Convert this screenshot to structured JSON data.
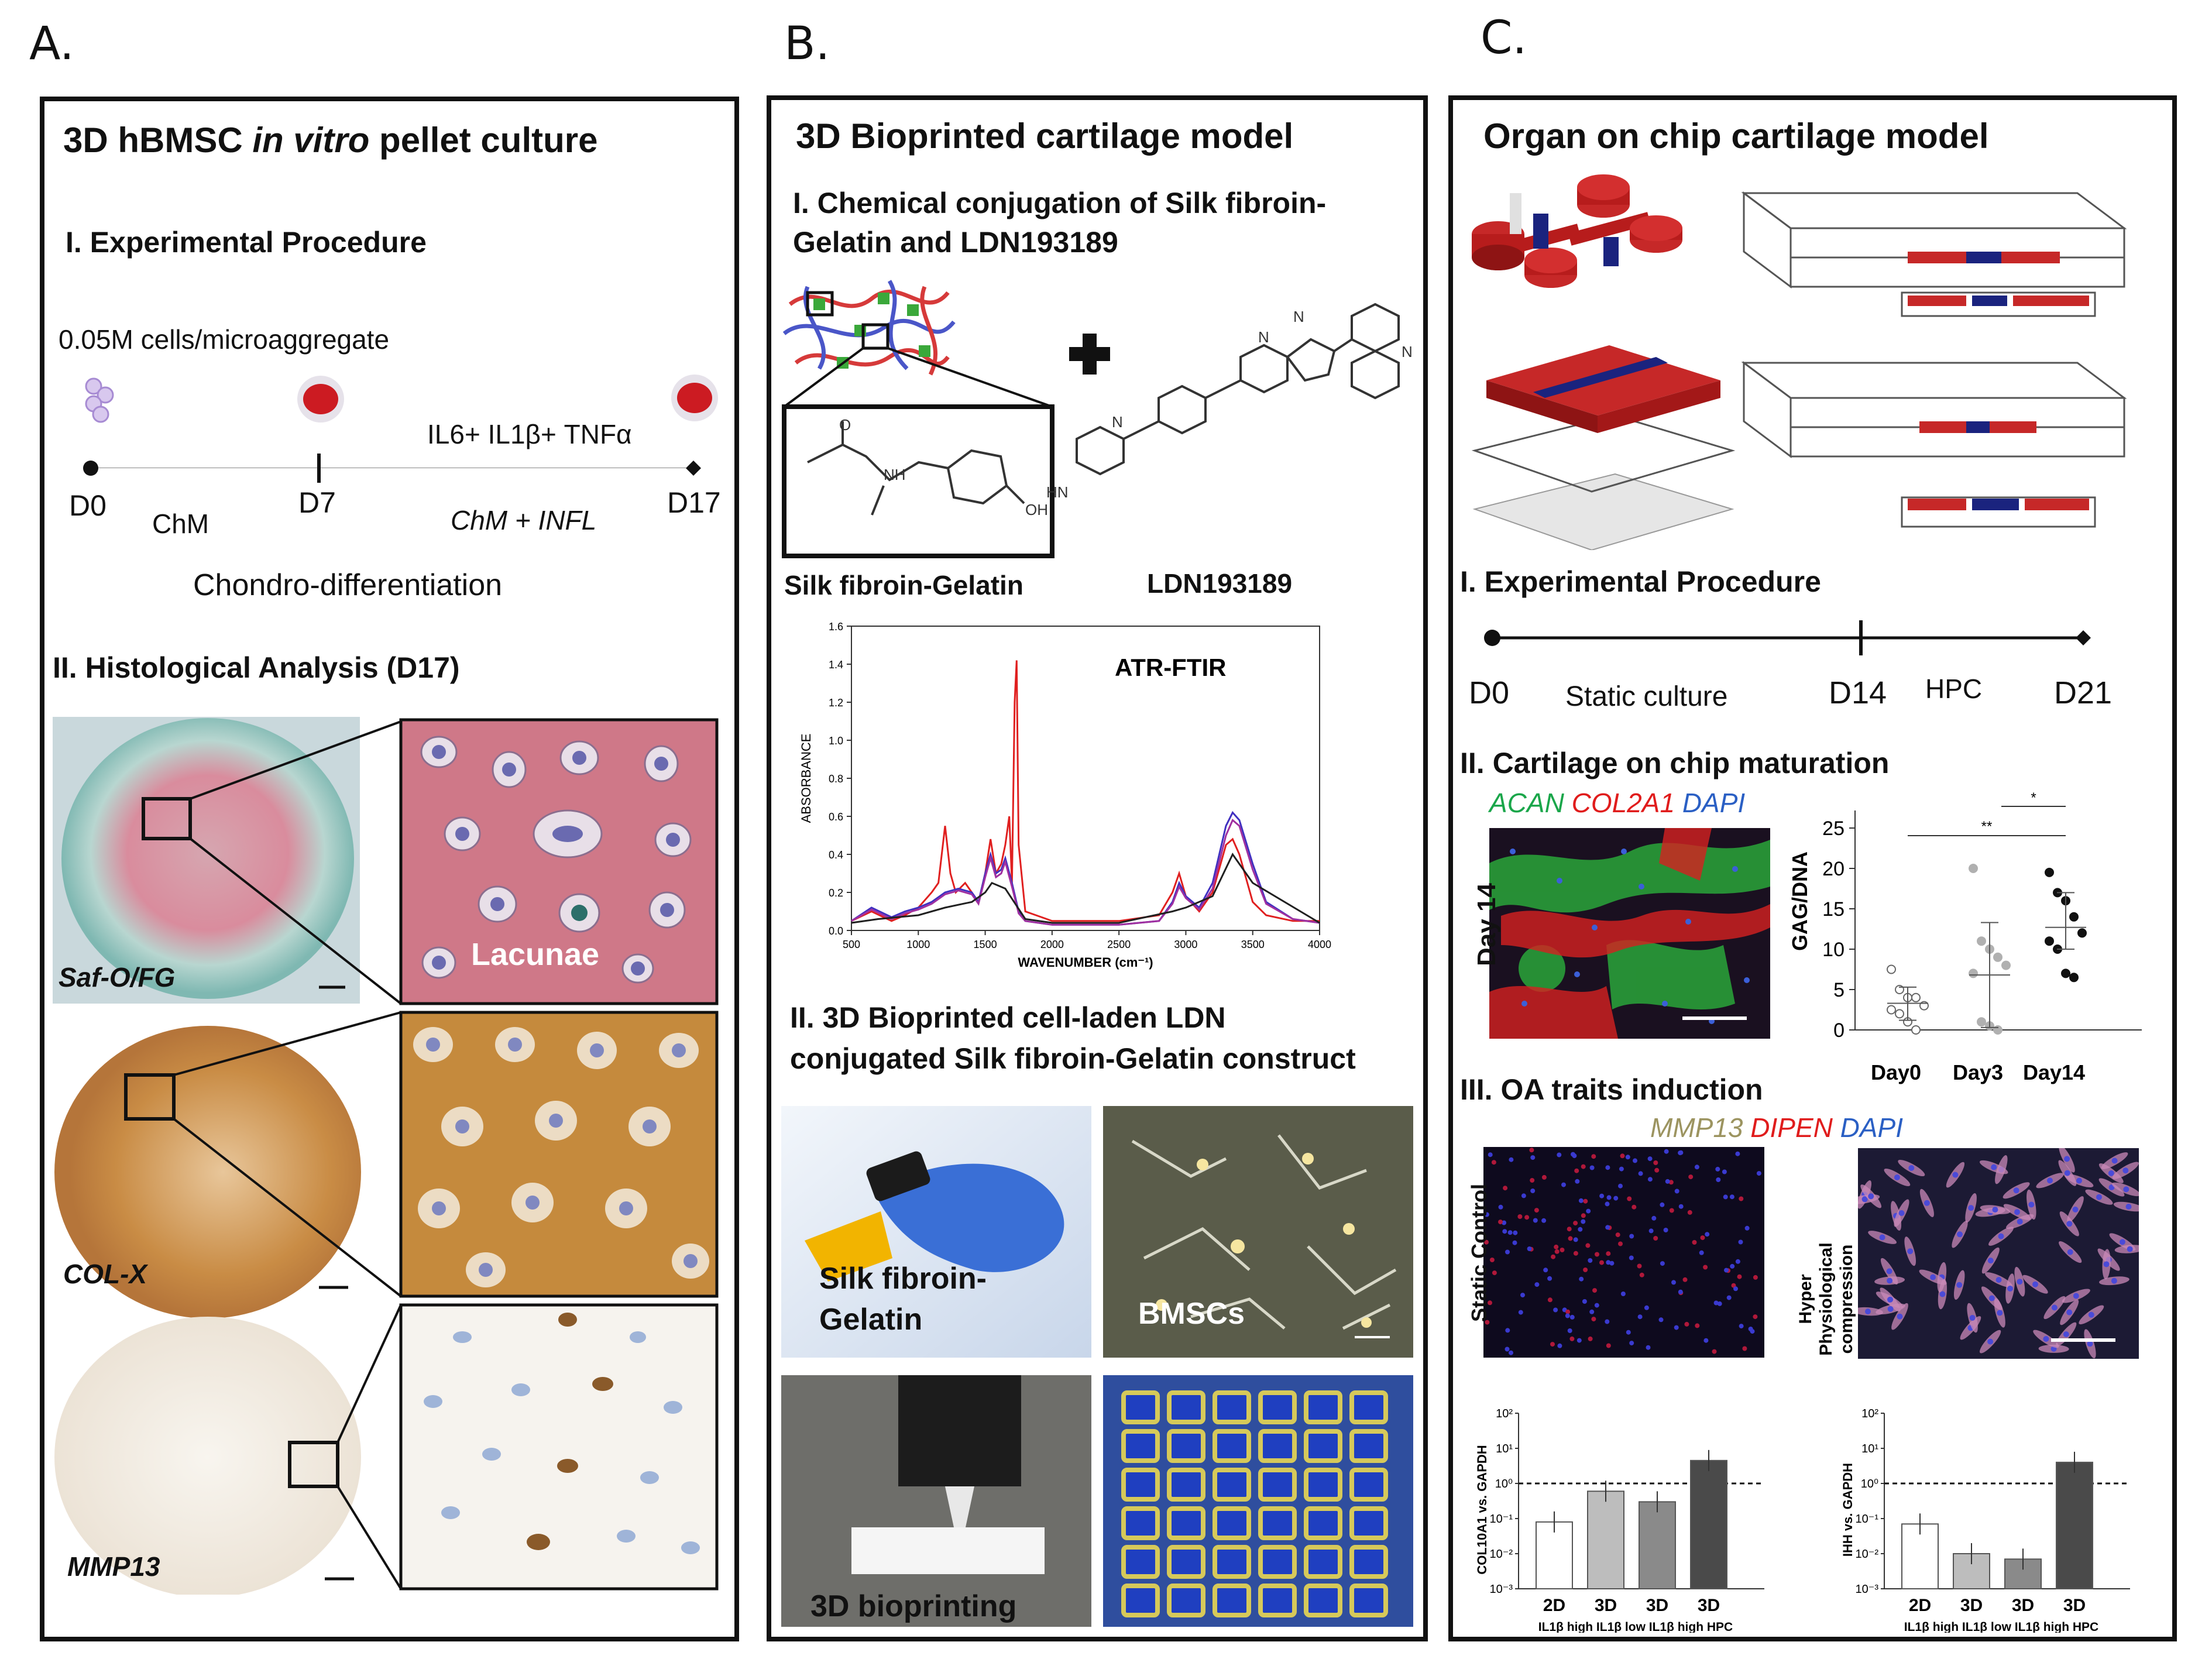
{
  "panels": {
    "a": {
      "letter": "A.",
      "title_pre": "3D hBMSC ",
      "title_it": "in vitro",
      "title_post": " pellet culture",
      "sec1": "I. Experimental Procedure",
      "cells": "0.05M cells/microaggregate",
      "inflam": "IL6+ IL1β+ TNFα",
      "d0": "D0",
      "d7": "D7",
      "d17": "D17",
      "chm": "ChM",
      "chm_infl": "ChM + INFL",
      "chondro": "Chondro-differentiation",
      "sec2": "II. Histological Analysis (D17)",
      "stain1": "Saf-O/FG",
      "lacunae": "Lacunae",
      "stain2": "COL-X",
      "stain3": "MMP13"
    },
    "b": {
      "letter": "B.",
      "title": "3D Bioprinted cartilage model",
      "sec1_l1": "I. Chemical conjugation of Silk fibroin-",
      "sec1_l2": "Gelatin and LDN193189",
      "silk_label": "Silk fibroin-Gelatin",
      "ldn_label": "LDN193189",
      "ftir_title": "ATR-FTIR",
      "ftir_ylabel": "ABSORBANCE",
      "ftir_xlabel": "WAVENUMBER (cm⁻¹)",
      "ftir_yticks": [
        "0.0",
        "0.2",
        "0.4",
        "0.6",
        "0.8",
        "1.0",
        "1.2",
        "1.4",
        "1.6"
      ],
      "ftir_xticks": [
        "500",
        "1000",
        "1500",
        "2000",
        "2500",
        "3000",
        "3500",
        "4000"
      ],
      "sec2_l1": "II. 3D Bioprinted cell-laden LDN",
      "sec2_l2": "conjugated Silk fibroin-Gelatin construct",
      "photo1_l1": "Silk fibroin-",
      "photo1_l2": "Gelatin",
      "photo2": "BMSCs",
      "photo3": "3D bioprinting"
    },
    "c": {
      "letter": "C.",
      "title": "Organ on chip cartilage model",
      "sec1": "I. Experimental Procedure",
      "d0": "D0",
      "d14": "D14",
      "d21": "D21",
      "static": "Static culture",
      "hpc": "HPC",
      "sec2": "II. Cartilage on chip maturation",
      "acan": "ACAN",
      "col2a1": "COL2A1",
      "dapi": "DAPI",
      "day14": "Day 14",
      "sec3": "III. OA traits induction",
      "mmp13": "MMP13",
      "dipen": "DIPEN",
      "static_control": "Static Control",
      "hyper_l1": "Hyper",
      "hyper_l2": "Physiological",
      "hyper_l3": "compression",
      "gag_ylabel": "GAG/DNA",
      "sig_star": "*",
      "sig_dstar": "**",
      "bar_xcats": [
        "2D",
        "3D",
        "3D",
        "3D"
      ],
      "bar_subcats": "IL1β high IL1β low IL1β high HPC",
      "bar1_ylabel": "COL10A1  vs. GAPDH",
      "bar2_ylabel": "IHH vs. GAPDH",
      "bar_yticks": [
        "10²",
        "10¹",
        "10⁰",
        "10⁻¹",
        "10⁻²",
        "10⁻³"
      ]
    }
  },
  "chart_data": [
    {
      "type": "line",
      "title": "ATR-FTIR",
      "xlabel": "WAVENUMBER (cm⁻¹)",
      "ylabel": "ABSORBANCE",
      "xlim": [
        500,
        4000
      ],
      "ylim": [
        0,
        1.6
      ],
      "series": [
        {
          "color": "#e02020",
          "x": [
            500,
            650,
            800,
            900,
            1000,
            1100,
            1150,
            1200,
            1240,
            1280,
            1350,
            1450,
            1500,
            1540,
            1580,
            1620,
            1650,
            1680,
            1700,
            1720,
            1735,
            1750,
            1800,
            2000,
            2500,
            2800,
            2900,
            2950,
            3000,
            3100,
            3200,
            3300,
            3350,
            3400,
            3500,
            3600,
            3800,
            4000
          ],
          "y": [
            0.05,
            0.1,
            0.05,
            0.08,
            0.12,
            0.2,
            0.25,
            0.55,
            0.3,
            0.2,
            0.25,
            0.15,
            0.3,
            0.48,
            0.3,
            0.35,
            0.45,
            0.6,
            0.25,
            1.2,
            1.42,
            0.45,
            0.1,
            0.05,
            0.05,
            0.08,
            0.2,
            0.3,
            0.18,
            0.1,
            0.2,
            0.45,
            0.48,
            0.4,
            0.15,
            0.08,
            0.05,
            0.05
          ]
        },
        {
          "color": "#4030c0",
          "x": [
            500,
            650,
            800,
            900,
            1000,
            1100,
            1200,
            1300,
            1400,
            1450,
            1500,
            1540,
            1580,
            1620,
            1650,
            1700,
            1750,
            1800,
            2000,
            2500,
            2800,
            2900,
            2950,
            3000,
            3100,
            3200,
            3300,
            3350,
            3400,
            3500,
            3600,
            3800,
            4000
          ],
          "y": [
            0.05,
            0.12,
            0.07,
            0.1,
            0.12,
            0.15,
            0.2,
            0.22,
            0.2,
            0.15,
            0.3,
            0.4,
            0.3,
            0.32,
            0.38,
            0.25,
            0.1,
            0.05,
            0.03,
            0.03,
            0.05,
            0.15,
            0.25,
            0.18,
            0.12,
            0.25,
            0.55,
            0.62,
            0.58,
            0.35,
            0.15,
            0.06,
            0.04
          ]
        },
        {
          "color": "#a030a0",
          "x": [
            500,
            650,
            800,
            900,
            1000,
            1100,
            1200,
            1300,
            1400,
            1450,
            1500,
            1540,
            1580,
            1620,
            1650,
            1700,
            1750,
            1800,
            2000,
            2500,
            2800,
            2900,
            2950,
            3000,
            3100,
            3200,
            3300,
            3350,
            3400,
            3500,
            3600,
            3800,
            4000
          ],
          "y": [
            0.05,
            0.11,
            0.06,
            0.09,
            0.11,
            0.14,
            0.19,
            0.21,
            0.19,
            0.14,
            0.28,
            0.38,
            0.28,
            0.3,
            0.36,
            0.23,
            0.09,
            0.05,
            0.03,
            0.03,
            0.05,
            0.14,
            0.23,
            0.17,
            0.11,
            0.22,
            0.5,
            0.58,
            0.55,
            0.32,
            0.14,
            0.06,
            0.04
          ]
        },
        {
          "color": "#202020",
          "x": [
            500,
            700,
            1000,
            1200,
            1400,
            1500,
            1550,
            1650,
            1800,
            2000,
            2500,
            2900,
            3000,
            3200,
            3350,
            3500,
            4000
          ],
          "y": [
            0.04,
            0.06,
            0.08,
            0.12,
            0.15,
            0.2,
            0.25,
            0.22,
            0.06,
            0.04,
            0.04,
            0.1,
            0.12,
            0.18,
            0.4,
            0.25,
            0.04
          ]
        }
      ]
    },
    {
      "type": "scatter",
      "xlabel": "",
      "ylabel": "GAG/DNA",
      "categories": [
        "Day0",
        "Day3",
        "Day14"
      ],
      "ylim": [
        0,
        25
      ],
      "yticks": [
        0,
        5,
        10,
        15,
        20,
        25
      ],
      "series": [
        {
          "category": "Day0",
          "values": [
            7.5,
            5,
            4,
            4,
            3,
            2.5,
            2,
            1,
            0
          ],
          "mean": 3.3,
          "sd": [
            1.2,
            5.3
          ]
        },
        {
          "category": "Day3",
          "values": [
            20,
            11,
            10,
            9,
            8,
            7,
            1,
            0.5,
            0
          ],
          "mean": 6.8,
          "sd": [
            0.3,
            13.3
          ]
        },
        {
          "category": "Day14",
          "values": [
            19.5,
            17,
            16,
            14,
            12,
            11,
            10,
            7,
            6.5
          ],
          "mean": 12.7,
          "sd": [
            10,
            17
          ]
        }
      ],
      "significance": [
        {
          "from": "Day0",
          "to": "Day14",
          "label": "**"
        },
        {
          "from": "Day3",
          "to": "Day14",
          "label": "*"
        }
      ]
    },
    {
      "type": "bar",
      "ylabel": "COL10A1  vs. GAPDH",
      "categories": [
        "2D",
        "3D",
        "3D",
        "3D"
      ],
      "subcategories": "IL1β high IL1β low IL1β high HPC",
      "scale": "log",
      "ylim": [
        0.001,
        100
      ],
      "reference_line": 1,
      "values": [
        0.08,
        0.6,
        0.3,
        4.5
      ],
      "colors": [
        "#ffffff",
        "#bdbdbd",
        "#8a8a8a",
        "#4a4a4a"
      ]
    },
    {
      "type": "bar",
      "ylabel": "IHH vs. GAPDH",
      "categories": [
        "2D",
        "3D",
        "3D",
        "3D"
      ],
      "subcategories": "IL1β high IL1β low IL1β high HPC",
      "scale": "log",
      "ylim": [
        0.001,
        100
      ],
      "reference_line": 1,
      "values": [
        0.07,
        0.01,
        0.007,
        4
      ],
      "colors": [
        "#ffffff",
        "#bdbdbd",
        "#8a8a8a",
        "#4a4a4a"
      ]
    }
  ]
}
